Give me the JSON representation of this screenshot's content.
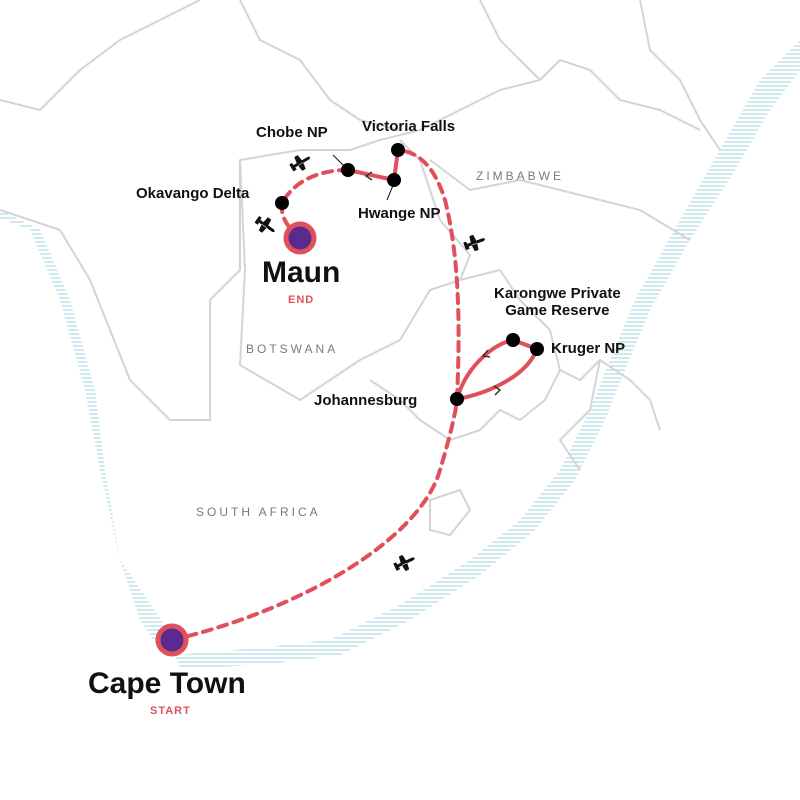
{
  "colors": {
    "route": "#e0505a",
    "endpoint_fill": "#5b2a8f",
    "border": "#d4d4d4",
    "coast": "#9fd4df",
    "stop": "#000000"
  },
  "icons": [
    "airplane-icon",
    "direction-arrow-icon"
  ],
  "countries": {
    "zimbabwe": "ZIMBABWE",
    "botswana": "BOTSWANA",
    "south_africa": "SOUTH AFRICA"
  },
  "start": {
    "name": "Cape Town",
    "tag": "START"
  },
  "end": {
    "name": "Maun",
    "tag": "END"
  },
  "stops": {
    "okavango": "Okavango Delta",
    "chobe": "Chobe NP",
    "victoria": "Victoria Falls",
    "hwange": "Hwange NP",
    "karongwe_line1": "Karongwe Private",
    "karongwe_line2": "Game Reserve",
    "kruger": "Kruger NP",
    "johannesburg": "Johannesburg"
  }
}
